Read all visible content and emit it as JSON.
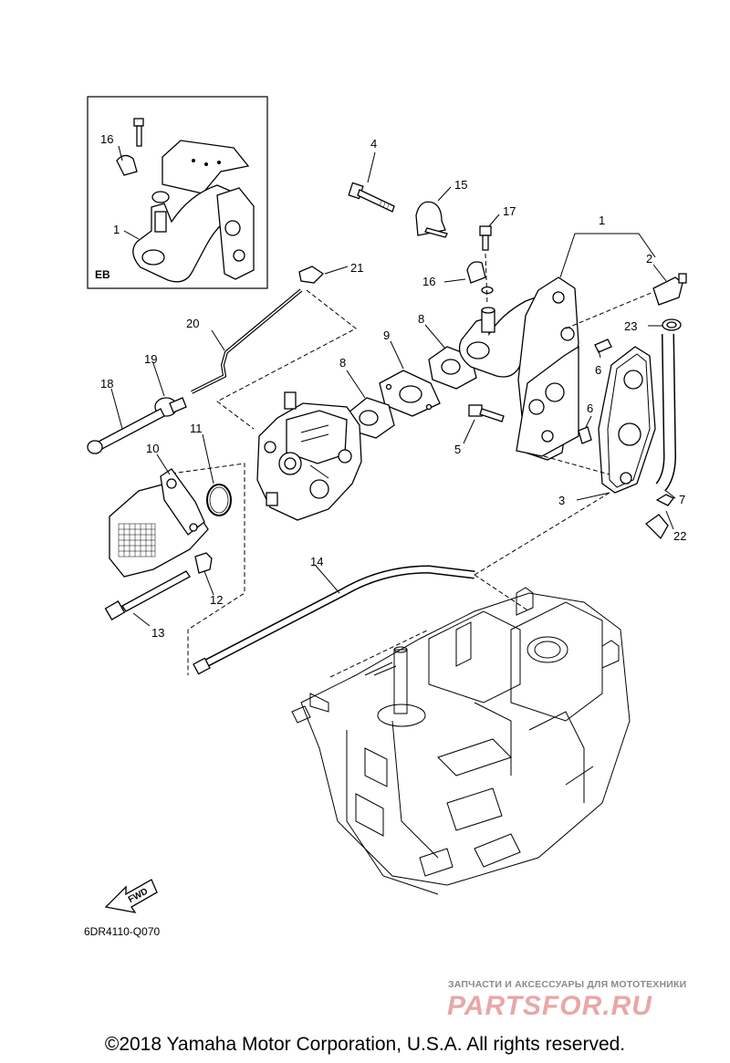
{
  "diagram": {
    "inset_label": "EB",
    "callouts": {
      "c1_inset": "1",
      "c16_inset": "16",
      "c4": "4",
      "c15": "15",
      "c17": "17",
      "c1": "1",
      "c2": "2",
      "c21": "21",
      "c16": "16",
      "c20": "20",
      "c9": "9",
      "c8a": "8",
      "c8b": "8",
      "c23": "23",
      "c6a": "6",
      "c6b": "6",
      "c19": "19",
      "c18": "18",
      "c5": "5",
      "c11": "11",
      "c10": "10",
      "c3": "3",
      "c7": "7",
      "c22": "22",
      "c14": "14",
      "c12": "12",
      "c13": "13"
    },
    "fwd_label": "FWD",
    "drawing_code": "6DR4110-Q070"
  },
  "watermark": {
    "tagline": "ЗАПЧАСТИ И АКСЕССУАРЫ ДЛЯ МОТОТЕХНИКИ",
    "brand": "PARTSFOR.RU"
  },
  "copyright": "©2018 Yamaha Motor Corporation, U.S.A. All rights reserved."
}
